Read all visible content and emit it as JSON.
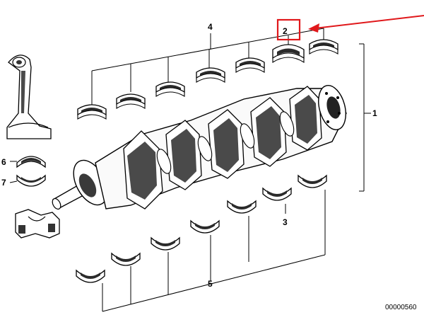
{
  "labels": {
    "crankshaft": "1",
    "thrust_bearing": "2",
    "lower_shells": "3",
    "upper_shells": "4",
    "lower_group": "5",
    "rod_upper_shell": "6",
    "rod_lower_shell": "7"
  },
  "image_code": "00000560",
  "highlight_color": "#e0181b",
  "arrow_color": "#e0181b",
  "line_color": "#000000"
}
